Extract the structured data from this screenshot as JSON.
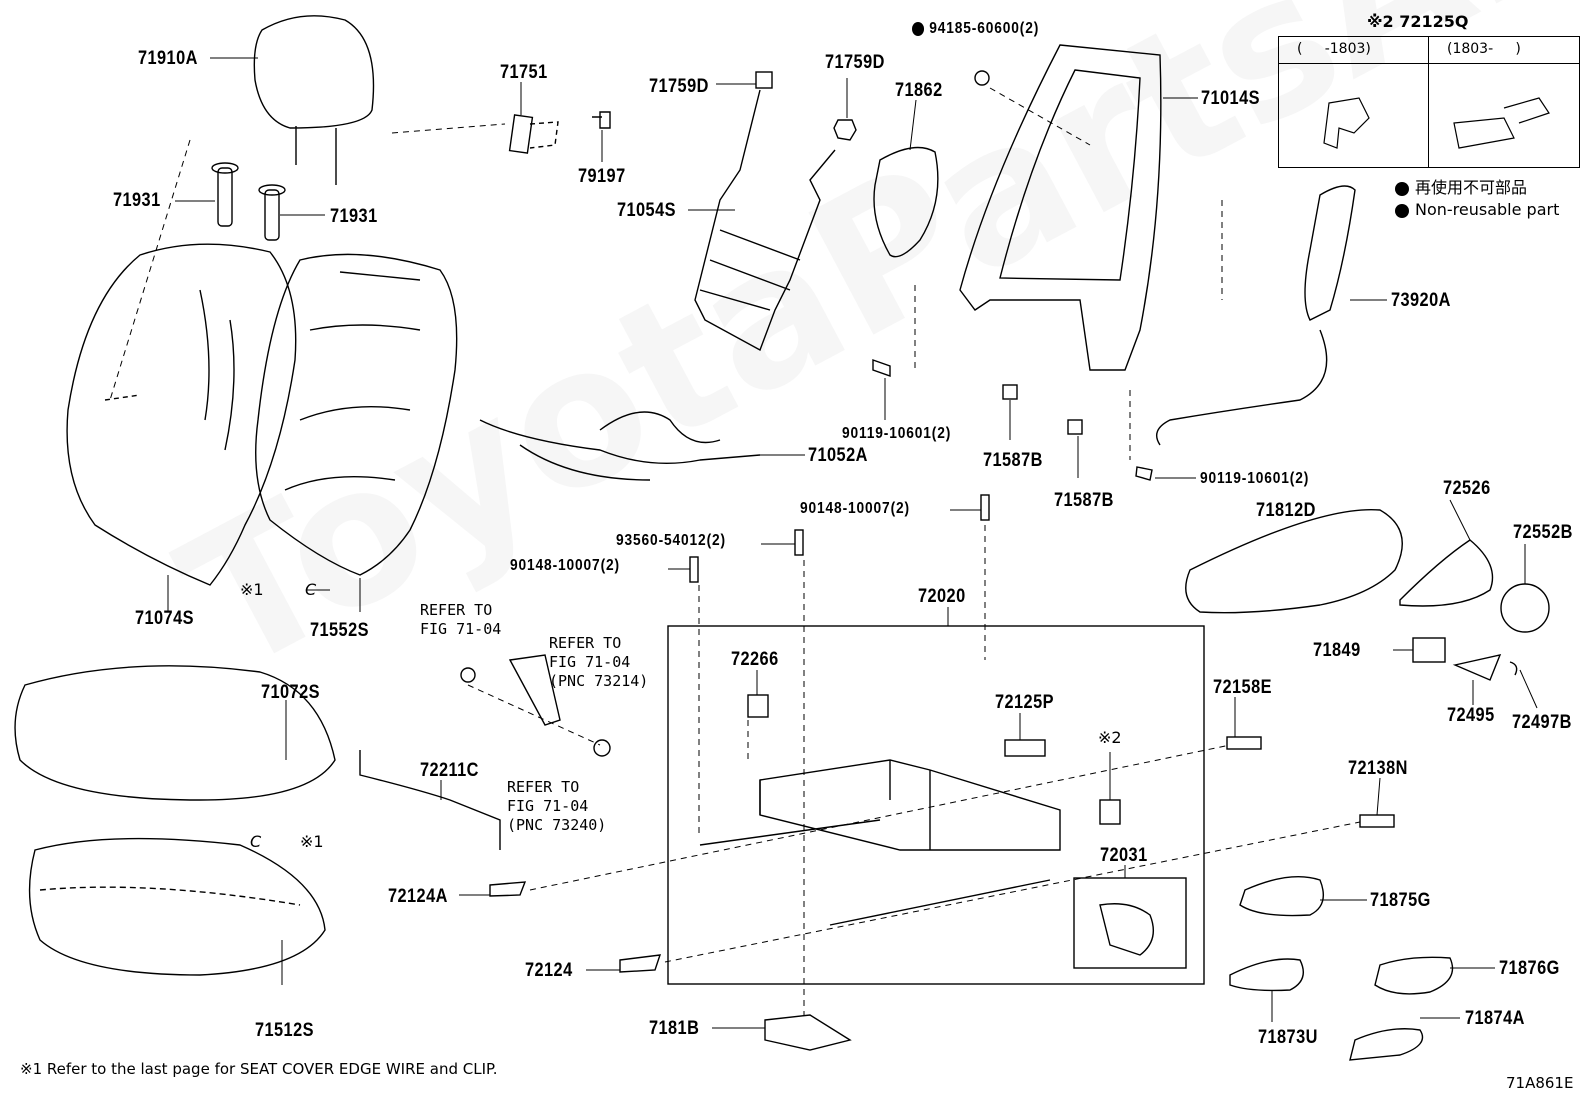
{
  "diagram": {
    "watermark": "ToyotaPartsAndMore",
    "footnote": "※1 Refer to the last page for SEAT COVER EDGE WIRE and CLIP.",
    "figure_id": "71A861E",
    "legend": {
      "title": "※2 72125Q",
      "col1": "(     -1803)",
      "col2": "(1803-     )",
      "jp_note": "再使用不可部品",
      "en_note": "Non-reusable part"
    },
    "refs": {
      "r1": "REFER TO\nFIG 71-04",
      "r2": "REFER TO\nFIG 71-04\n(PNC 73214)",
      "r3": "REFER TO\nFIG 71-04\n(PNC 73240)"
    },
    "marks": {
      "m1": "※1",
      "m2": "※1",
      "m3": "※2",
      "c1": "C",
      "c2": "C"
    },
    "labels": [
      {
        "id": "71910A",
        "text": "71910A"
      },
      {
        "id": "71931a",
        "text": "71931"
      },
      {
        "id": "71931b",
        "text": "71931"
      },
      {
        "id": "71751",
        "text": "71751"
      },
      {
        "id": "79197",
        "text": "79197"
      },
      {
        "id": "71759Da",
        "text": "71759D"
      },
      {
        "id": "71759Db",
        "text": "71759D"
      },
      {
        "id": "71862",
        "text": "71862"
      },
      {
        "id": "94185",
        "text": "94185-60600(2)"
      },
      {
        "id": "71014S",
        "text": "71014S"
      },
      {
        "id": "71054S",
        "text": "71054S"
      },
      {
        "id": "73920A",
        "text": "73920A"
      },
      {
        "id": "90119a",
        "text": "90119-10601(2)"
      },
      {
        "id": "71587Ba",
        "text": "71587B"
      },
      {
        "id": "71587Bb",
        "text": "71587B"
      },
      {
        "id": "90119b",
        "text": "90119-10601(2)"
      },
      {
        "id": "71052A",
        "text": "71052A"
      },
      {
        "id": "90148a",
        "text": "90148-10007(2)"
      },
      {
        "id": "93560",
        "text": "93560-54012(2)"
      },
      {
        "id": "90148b",
        "text": "90148-10007(2)"
      },
      {
        "id": "71812D",
        "text": "71812D"
      },
      {
        "id": "72526",
        "text": "72526"
      },
      {
        "id": "72552B",
        "text": "72552B"
      },
      {
        "id": "71074S",
        "text": "71074S"
      },
      {
        "id": "71552S",
        "text": "71552S"
      },
      {
        "id": "72020",
        "text": "72020"
      },
      {
        "id": "71849",
        "text": "71849"
      },
      {
        "id": "72495",
        "text": "72495"
      },
      {
        "id": "72497B",
        "text": "72497B"
      },
      {
        "id": "71072S",
        "text": "71072S"
      },
      {
        "id": "72266",
        "text": "72266"
      },
      {
        "id": "72125P",
        "text": "72125P"
      },
      {
        "id": "72158E",
        "text": "72158E"
      },
      {
        "id": "72211C",
        "text": "72211C"
      },
      {
        "id": "72138N",
        "text": "72138N"
      },
      {
        "id": "72031",
        "text": "72031"
      },
      {
        "id": "72124A",
        "text": "72124A"
      },
      {
        "id": "71875G",
        "text": "71875G"
      },
      {
        "id": "72124",
        "text": "72124"
      },
      {
        "id": "71876G",
        "text": "71876G"
      },
      {
        "id": "71512S",
        "text": "71512S"
      },
      {
        "id": "7181B",
        "text": "7181B"
      },
      {
        "id": "71873U",
        "text": "71873U"
      },
      {
        "id": "71874A",
        "text": "71874A"
      }
    ]
  }
}
